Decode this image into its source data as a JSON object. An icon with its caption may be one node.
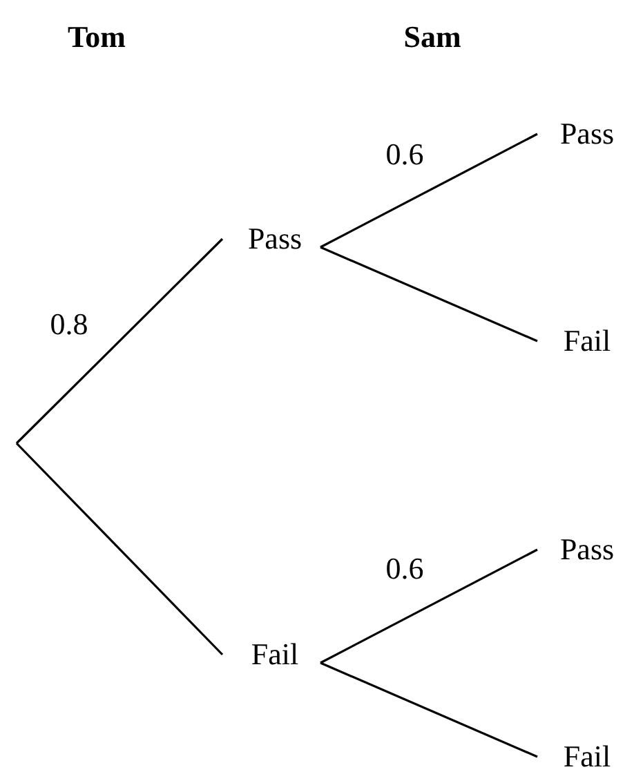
{
  "diagram": {
    "nodes": [
      {
        "text": [
          "Pass"
        ]
      },
      {
        "text": [
          "Fail"
        ]
      },
      {
        "text": [
          "Pass"
        ]
      },
      {
        "text": [
          "Fail"
        ]
      },
      {
        "text": [
          "Pass"
        ]
      },
      {
        "text": [
          "Fail"
        ]
      }
    ],
    "edges": [
      {
        "from": null,
        "to": 0,
        "arrow": "none",
        "label": "0.8"
      },
      {
        "from": null,
        "to": 1,
        "arrow": "none"
      },
      {
        "from": 0,
        "to": 2,
        "arrow": "none",
        "label": "0.6"
      },
      {
        "from": 0,
        "to": 3,
        "arrow": "none"
      },
      {
        "from": 1,
        "to": 4,
        "arrow": "none",
        "label": "0.6"
      },
      {
        "from": 1,
        "to": 5,
        "arrow": "none"
      }
    ],
    "labels": [
      "Tom",
      "Sam"
    ]
  }
}
